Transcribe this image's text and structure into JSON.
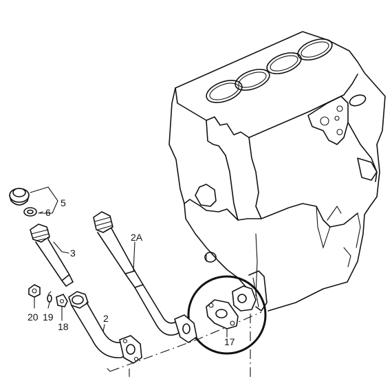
{
  "diagram": {
    "callouts": [
      {
        "id": "5",
        "text": "5"
      },
      {
        "id": "6",
        "text": "6"
      },
      {
        "id": "3",
        "text": "3"
      },
      {
        "id": "2A",
        "text": "2A"
      },
      {
        "id": "2",
        "text": "2"
      },
      {
        "id": "17",
        "text": "17"
      },
      {
        "id": "18",
        "text": "18"
      },
      {
        "id": "19",
        "text": "19"
      },
      {
        "id": "20",
        "text": "20"
      }
    ],
    "highlight": {
      "encircled_part": "17"
    }
  }
}
